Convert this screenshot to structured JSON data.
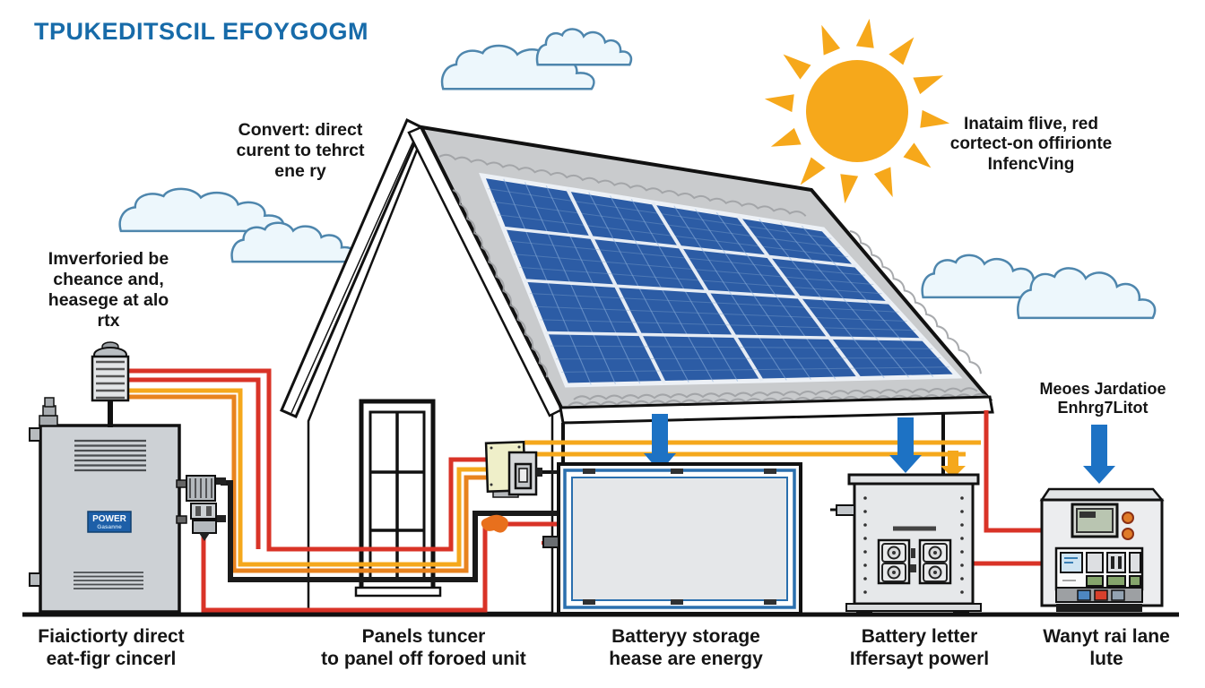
{
  "title": "TPUKEDITSCIL EFOYGOGM",
  "annotations": {
    "convert_note": "Convert: direct\ncurent to tehrct\nene ry",
    "inverter_note": "Imverforied be\ncheance and,\nheasege at alo\nrtx",
    "sun_note": "Inataim flive, red\ncortect-on offirionte\nInfencVing",
    "meter_note": "Meoes Jardatioe\nEnhrg7Litot"
  },
  "captions": {
    "inverter": "Fiaictiorty direct\neat-figr cincerl",
    "panels": "Panels tuncer\nto panel off foroed unit",
    "battery_storage": "Batteryy storage\nhease are energy",
    "battery_meter": "Battery letter\nIffersayt powerl",
    "wall_unit": "Wanyt rai lane\nlute"
  },
  "device_labels": {
    "inverter_brand": "POWER",
    "inverter_brand_sub": "Gasanne"
  },
  "colors": {
    "title_blue": "#176BA9",
    "sun_orange": "#F6A81B",
    "panel_blue": "#2C5CA5",
    "arrow_blue": "#1D72C4",
    "wire_red": "#D93327",
    "wire_yellow": "#F5A81C",
    "wire_orange": "#E8831E",
    "wire_black": "#1A1A1A",
    "cloud_outline": "#4E86AD",
    "cloud_fill": "#EDF7FC",
    "roof_gray": "#C9CBCD",
    "label_blue": "#1D5FA8"
  },
  "icons": {
    "sun": "sun-icon",
    "cloud": "cloud-icon",
    "flow_arrow": "down-arrow-icon"
  }
}
